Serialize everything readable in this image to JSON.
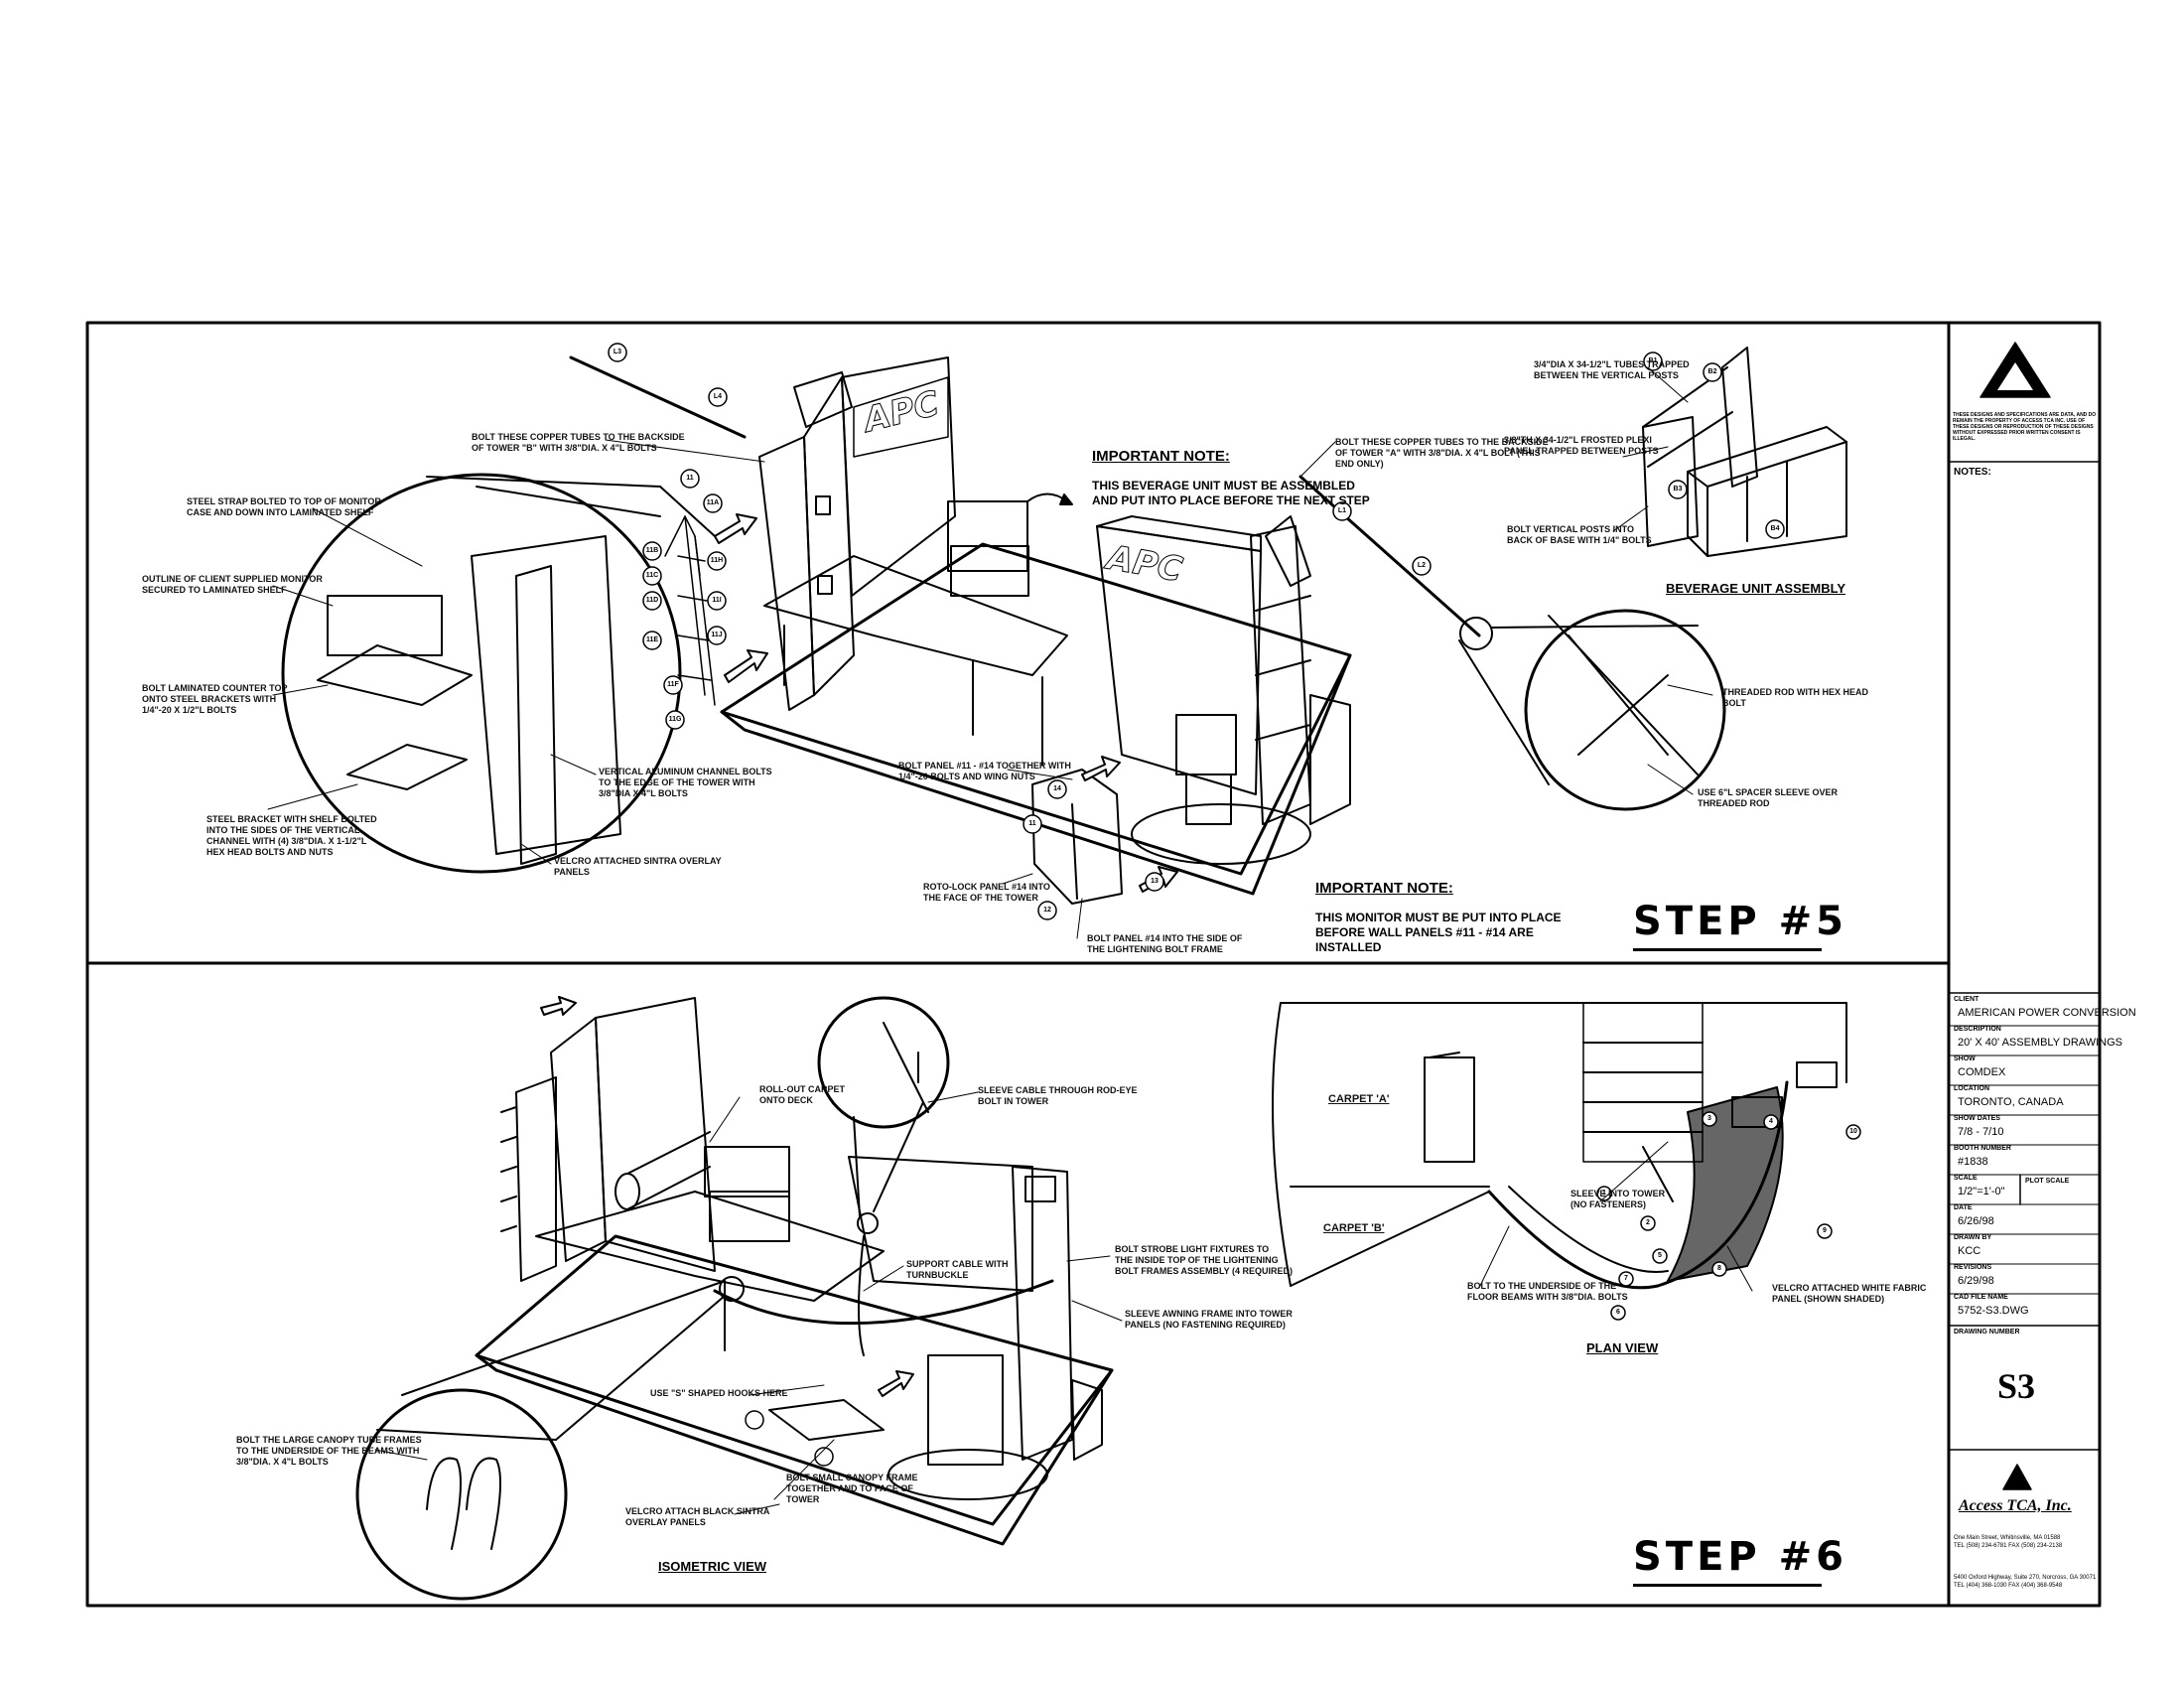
{
  "step5": {
    "step_label": "STEP #5",
    "notes": {
      "copper_tubes_b": "BOLT THESE COPPER TUBES TO THE BACKSIDE\nOF TOWER \"B\" WITH 3/8\"DIA. X 4\"L BOLTS",
      "steel_strap": "STEEL STRAP BOLTED TO TOP OF MONITOR\nCASE AND DOWN INTO LAMINATED SHELF",
      "outline_monitor": "OUTLINE OF CLIENT SUPPLIED MONITOR\nSECURED TO LAMINATED SHELF",
      "counter_top": "BOLT LAMINATED COUNTER TOP\nONTO STEEL BRACKETS WITH\n1/4\"-20 X 1/2\"L BOLTS",
      "vertical_channel": "VERTICAL ALUMINUM CHANNEL BOLTS\nTO THE EDGE OF THE TOWER WITH\n3/8\"DIA X 4\"L BOLTS",
      "steel_bracket": "STEEL BRACKET WITH SHELF BOLTED\nINTO THE SIDES OF THE VERTICAL\nCHANNEL WITH (4) 3/8\"DIA. X 1-1/2\"L\nHEX HEAD BOLTS AND NUTS",
      "velcro_sintra": "VELCRO ATTACHED SINTRA OVERLAY\nPANELS",
      "bolt_panels": "BOLT PANEL #11 - #14 TOGETHER WITH\n1/4\"-20 BOLTS AND WING NUTS",
      "roto_lock": "ROTO-LOCK PANEL #14 INTO\nTHE FACE OF THE TOWER",
      "bolt_panel_14": "BOLT PANEL #14 INTO THE SIDE OF\nTHE LIGHTENING BOLT FRAME",
      "copper_tubes_a": "BOLT THESE COPPER TUBES TO THE BACKSIDE\nOF TOWER \"A\" WITH 3/8\"DIA. X 4\"L BOLT (THIS\nEND ONLY)",
      "threaded_rod": "THREADED ROD WITH HEX HEAD\nBOLT",
      "spacer_sleeve": "USE 6\"L SPACER SLEEVE OVER\nTHREADED ROD",
      "tubes_trapped": "3/4\"DIA X 34-1/2\"L TUBES TRAPPED\nBETWEEN THE VERTICAL POSTS",
      "plexi_panel": "3/8\"TH X 34-1/2\"L FROSTED PLEXI\nPANEL TRAPPED BETWEEN POSTS",
      "vertical_posts": "BOLT VERTICAL POSTS INTO\nBACK OF BASE WITH 1/4\" BOLTS"
    },
    "important1": {
      "head": "IMPORTANT NOTE:",
      "body": "THIS BEVERAGE UNIT MUST BE ASSEMBLED\nAND PUT INTO PLACE BEFORE THE NEXT STEP"
    },
    "important2": {
      "head": "IMPORTANT NOTE:",
      "body": "THIS MONITOR MUST BE PUT INTO PLACE\nBEFORE WALL PANELS #11 - #14 ARE\nINSTALLED"
    },
    "beverage_title": "BEVERAGE UNIT ASSEMBLY",
    "logo_text": "APC",
    "callouts": [
      "L3",
      "L4",
      "L1",
      "L2",
      "11",
      "11A",
      "11B",
      "11C",
      "11D",
      "11E",
      "11F",
      "11G",
      "11H",
      "11I",
      "11J",
      "11",
      "12",
      "13",
      "14",
      "B1",
      "B2",
      "B3",
      "B4"
    ]
  },
  "step6": {
    "step_label": "STEP #6",
    "iso_title": "ISOMETRIC VIEW",
    "plan_title": "PLAN VIEW",
    "notes": {
      "roll_out": "ROLL-OUT CARPET\nONTO DECK",
      "sleeve_cable": "SLEEVE CABLE THROUGH ROD-EYE\nBOLT IN TOWER",
      "support_cable": "SUPPORT CABLE WITH\nTURNBUCKLE",
      "strobe": "BOLT STROBE LIGHT FIXTURES TO\nTHE INSIDE TOP OF THE LIGHTENING\nBOLT FRAMES ASSEMBLY (4 REQUIRED)",
      "sleeve_awning": "SLEEVE AWNING FRAME INTO TOWER\nPANELS (NO FASTENING REQUIRED)",
      "s_hooks": "USE \"S\" SHAPED HOOKS HERE",
      "canopy_tube": "BOLT THE LARGE CANOPY TUBE FRAMES\nTO THE UNDERSIDE OF THE BEAMS WITH\n3/8\"DIA. X 4\"L BOLTS",
      "small_canopy": "BOLT SMALL CANOPY FRAME\nTOGETHER AND TO FACE OF\nTOWER",
      "velcro_black": "VELCRO ATTACH BLACK SINTRA\nOVERLAY PANELS",
      "carpet_a": "CARPET 'A'",
      "carpet_b": "CARPET 'B'",
      "sleeve_tower": "SLEEVE INTO TOWER\n(NO FASTENERS)",
      "floor_beams": "BOLT TO THE UNDERSIDE OF THE\nFLOOR BEAMS WITH 3/8\"DIA. BOLTS",
      "velcro_white": "VELCRO ATTACHED WHITE FABRIC\nPANEL (SHOWN SHADED)"
    },
    "callouts": [
      "1",
      "2",
      "3",
      "4",
      "5",
      "6",
      "7",
      "8",
      "9",
      "10"
    ]
  },
  "title_block": {
    "copyright": "THESE DESIGNS AND SPECIFICATIONS ARE DATA, AND DO REMAIN THE PROPERTY OF ACCESS TCA INC. USE OF THESE DESIGNS OR REPRODUCTION OF THESE DESIGNS WITHOUT EXPRESSED PRIOR WRITTEN CONSENT IS ILLEGAL.",
    "notes_label": "NOTES:",
    "fields": [
      {
        "label": "CLIENT",
        "value": "AMERICAN POWER CONVERSION"
      },
      {
        "label": "DESCRIPTION",
        "value": "20' X 40' ASSEMBLY DRAWINGS"
      },
      {
        "label": "SHOW",
        "value": "COMDEX"
      },
      {
        "label": "LOCATION",
        "value": "TORONTO, CANADA"
      },
      {
        "label": "SHOW DATES",
        "value": "7/8 - 7/10"
      },
      {
        "label": "BOOTH NUMBER",
        "value": "#1838"
      },
      {
        "label": "SCALE",
        "value": "1/2\"=1'-0\""
      },
      {
        "label": "DATE",
        "value": "6/26/98"
      },
      {
        "label": "DRAWN BY",
        "value": "KCC"
      },
      {
        "label": "REVISIONS",
        "value": "6/29/98"
      },
      {
        "label": "CAD FILE NAME",
        "value": "5752-S3.DWG"
      }
    ],
    "plot_scale_label": "PLOT SCALE",
    "drawing_number_label": "DRAWING NUMBER",
    "drawing_number": "S3",
    "company": "Access TCA, Inc.",
    "address1": "One Main Street, Whitinsville, MA 01588\nTEL (508) 234-6781 FAX (508) 234-2138",
    "address2": "5400 Oxford Highway, Suite 270, Norcross, GA 30071\nTEL (404) 368-1030 FAX (404) 368-9548"
  }
}
